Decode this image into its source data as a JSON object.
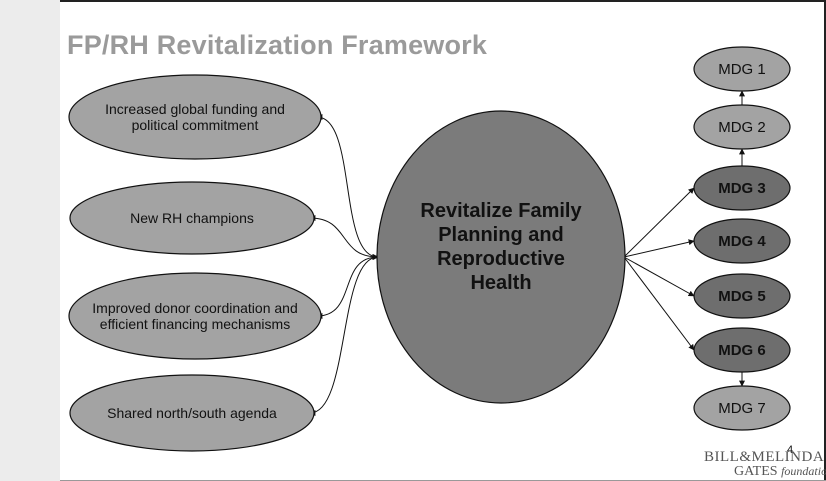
{
  "slide_title": "FP/RH Revitalization Framework",
  "center_node": {
    "label": "Revitalize Family Planning and Reproductive Health"
  },
  "left_nodes": [
    {
      "label": "Increased global funding and political commitment"
    },
    {
      "label": "New RH champions"
    },
    {
      "label": "Improved donor coordination and efficient financing mechanisms"
    },
    {
      "label": "Shared north/south agenda"
    }
  ],
  "mdg_nodes": [
    {
      "label": "MDG 1",
      "emphasis": false
    },
    {
      "label": "MDG 2",
      "emphasis": false
    },
    {
      "label": "MDG 3",
      "emphasis": true
    },
    {
      "label": "MDG 4",
      "emphasis": true
    },
    {
      "label": "MDG 5",
      "emphasis": true
    },
    {
      "label": "MDG 6",
      "emphasis": true
    },
    {
      "label": "MDG 7",
      "emphasis": false
    }
  ],
  "page_number": "4",
  "logo": {
    "line1": "BILL&MELINDA",
    "line2": "GATES",
    "line2_suffix": "foundation"
  },
  "colors": {
    "node_light": "#a3a3a3",
    "node_dark": "#6e6e6e",
    "center_node": "#7b7b7b",
    "stroke": "#111111",
    "title": "#9a9a9a"
  }
}
